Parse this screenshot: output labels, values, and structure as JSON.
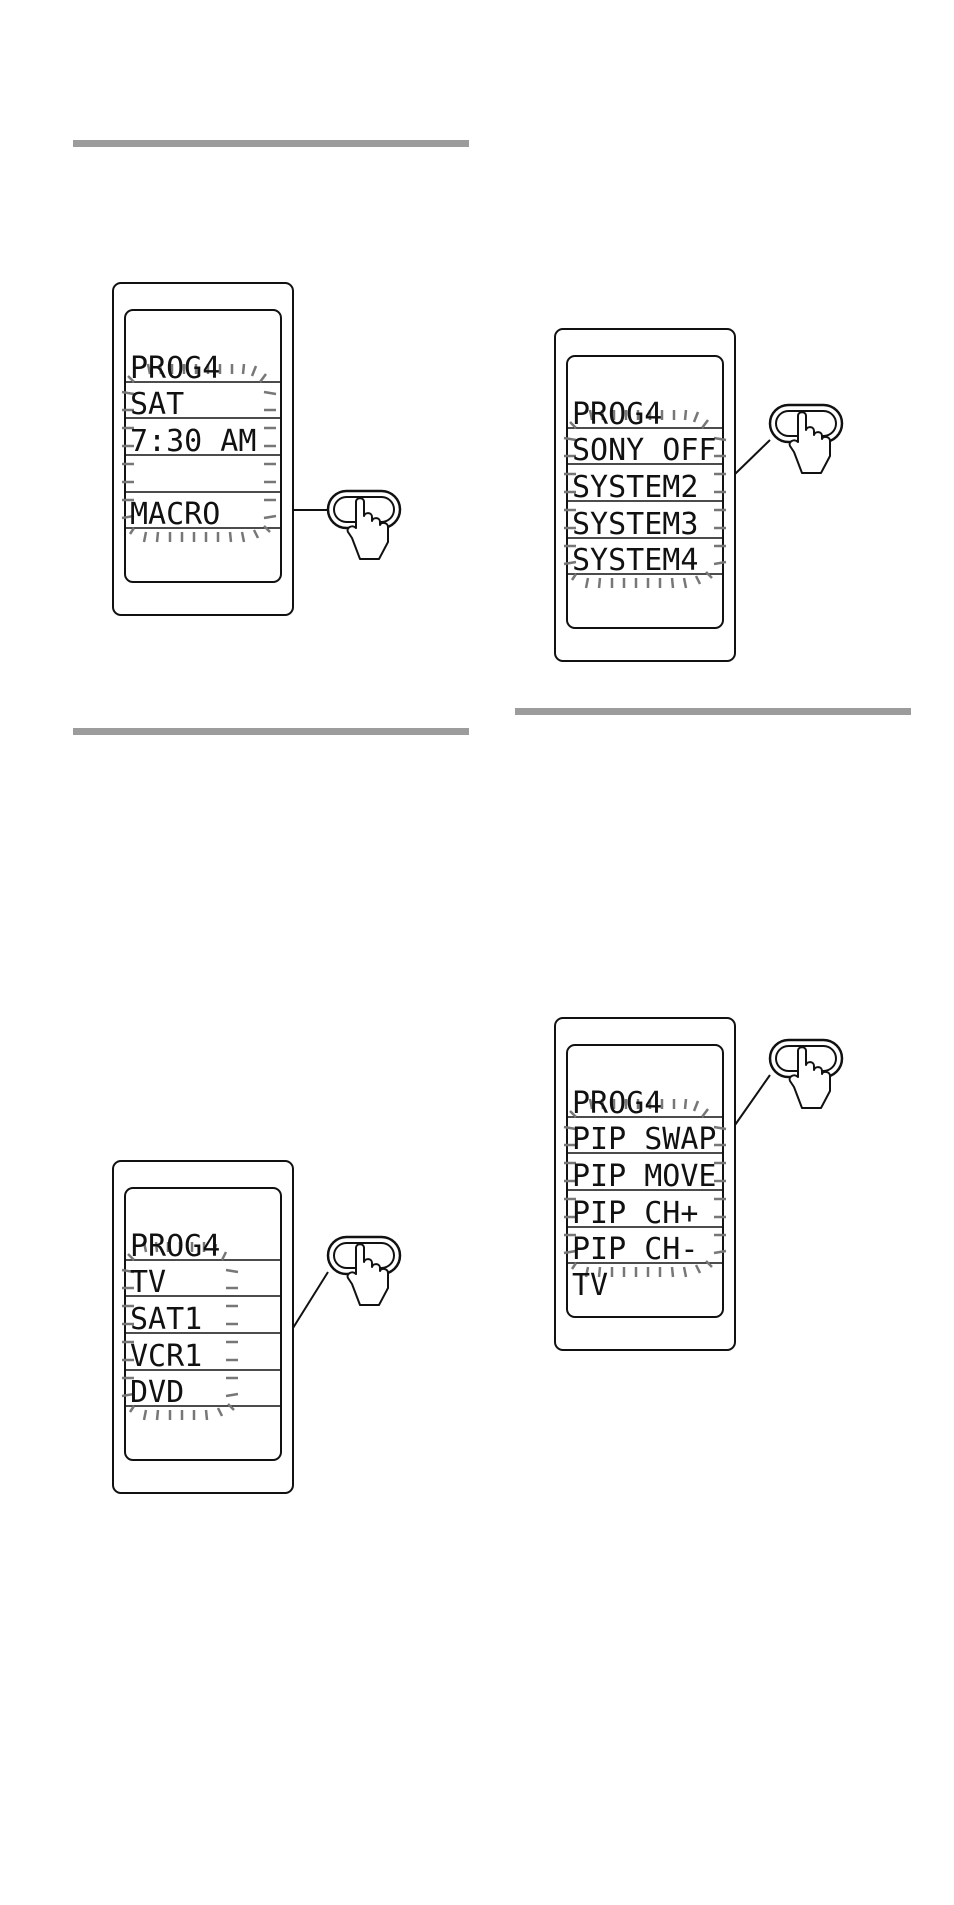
{
  "figures": [
    {
      "id": "fig1",
      "header": "PROG4",
      "lines": [
        "SAT",
        "7:30 AM",
        "",
        "MACRO"
      ],
      "blinking_rows": 4,
      "footer": ""
    },
    {
      "id": "fig2",
      "header": "PROG4",
      "lines": [
        "SONY OFF",
        "SYSTEM2",
        "SYSTEM3",
        "SYSTEM4"
      ],
      "blinking_rows": 4,
      "footer": ""
    },
    {
      "id": "fig3",
      "header": "PROG4",
      "lines": [
        "TV",
        "SAT1",
        "VCR1",
        "DVD"
      ],
      "blinking_rows": 4,
      "footer": ""
    },
    {
      "id": "fig4",
      "header": "PROG4",
      "lines": [
        "PIP SWAP",
        "PIP MOVE",
        "PIP CH+",
        "PIP CH-"
      ],
      "blinking_rows": 4,
      "footer": "TV"
    }
  ],
  "colors": {
    "rule": "#9c9c9c",
    "ink": "#111111"
  }
}
